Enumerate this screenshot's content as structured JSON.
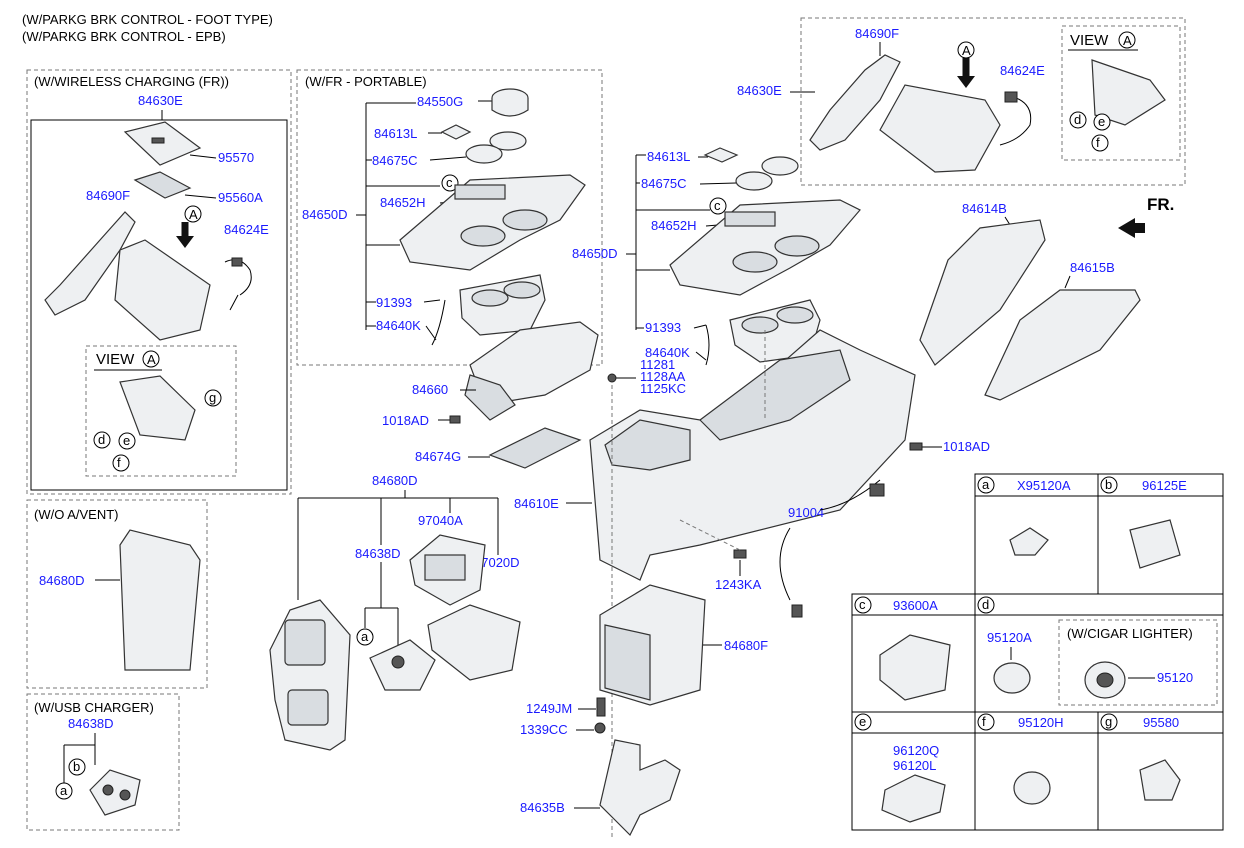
{
  "header": {
    "line1": "(W/PARKG BRK CONTROL - FOOT TYPE)",
    "line2": "(W/PARKG BRK CONTROL - EPB)"
  },
  "colors": {
    "part_label": "#1a1aff",
    "line": "#000000",
    "dash": "#888888"
  },
  "boxes": {
    "wireless": "(W/WIRELESS CHARGING (FR))",
    "portable": "(W/FR - PORTABLE)",
    "no_vent": "(W/O A/VENT)",
    "usb": "(W/USB CHARGER)",
    "view_a": "VIEW",
    "view_mark": "A",
    "arrow_mark": "A",
    "cigar": "(W/CIGAR LIGHTER)",
    "fr": "FR."
  },
  "parts": [
    "84630E",
    "95570",
    "95560A",
    "84690F",
    "84624E",
    "84550G",
    "84613L",
    "84675C",
    "84652H",
    "84650D",
    "91393",
    "84640K",
    "84630E",
    "84690F",
    "84624E",
    "84613L",
    "84675C",
    "84652H",
    "84650D",
    "91393",
    "84640K",
    "11281",
    "1128AA",
    "1125KC",
    "84614B",
    "84615B",
    "84660",
    "1018AD",
    "84674G",
    "84680D",
    "97040A",
    "84638D",
    "97020D",
    "84610E",
    "91004",
    "1018AD",
    "1243KA",
    "84680F",
    "1249JM",
    "1339CC",
    "84635B",
    "84680D",
    "84638D"
  ],
  "table": {
    "a": {
      "letter": "a",
      "part": "X95120A"
    },
    "b": {
      "letter": "b",
      "part": "96125E"
    },
    "c": {
      "letter": "c",
      "part": "93600A"
    },
    "d": {
      "letter": "d",
      "part": "95120A",
      "part2": "95120"
    },
    "e": {
      "letter": "e",
      "part": "96120Q",
      "part2": "96120L"
    },
    "f": {
      "letter": "f",
      "part": "95120H"
    },
    "g": {
      "letter": "g",
      "part": "95580"
    }
  },
  "callouts": [
    "a",
    "b",
    "c",
    "d",
    "e",
    "f",
    "g"
  ]
}
